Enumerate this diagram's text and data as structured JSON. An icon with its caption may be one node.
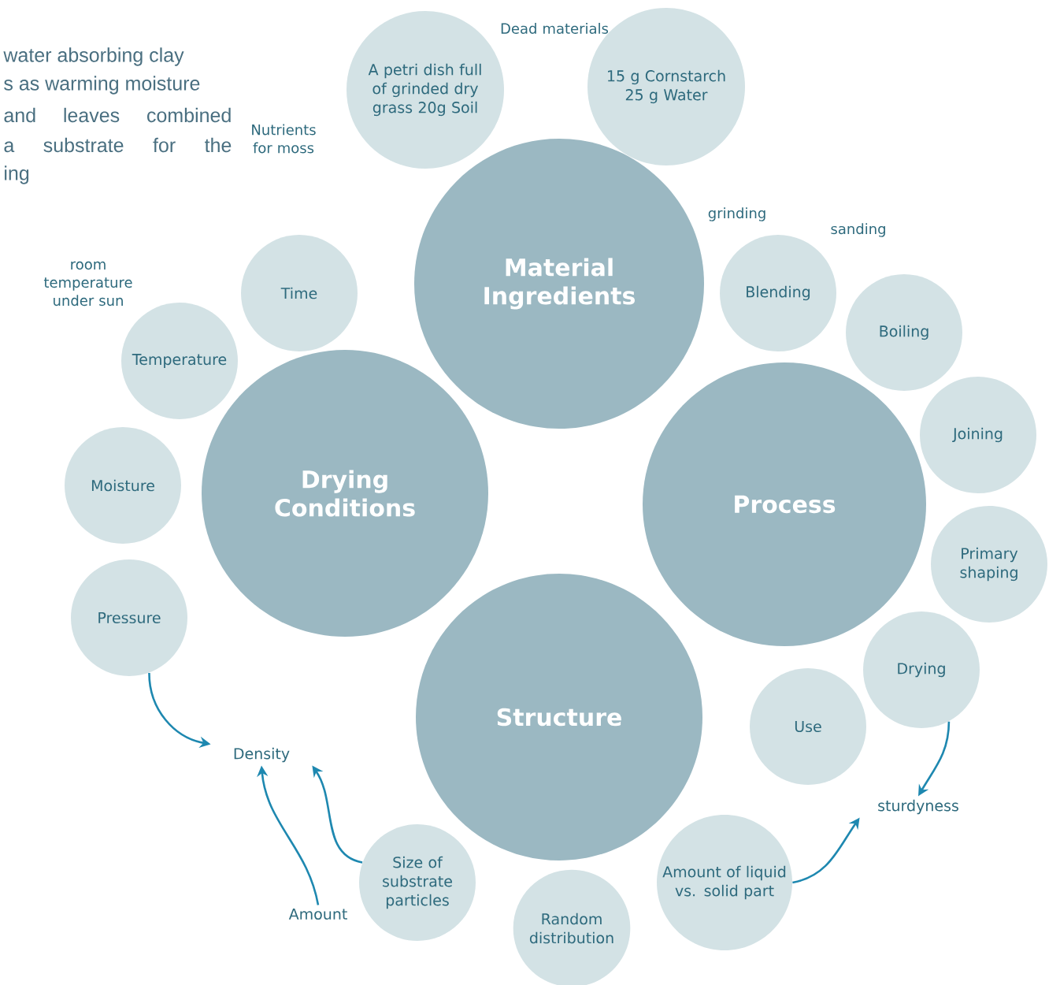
{
  "diagram": {
    "nodes": [
      {
        "text": [
          "Material Ingredients"
        ]
      },
      {
        "text": [
          "Drying Conditions"
        ]
      },
      {
        "text": [
          "Process"
        ]
      },
      {
        "text": [
          "Structure"
        ]
      },
      {
        "text": [
          "A petri dish full of grinded dry grass 20g Soil"
        ]
      },
      {
        "text": [
          "15 g Cornstarch 25 g Water"
        ]
      },
      {
        "text": [
          "Time"
        ]
      },
      {
        "text": [
          "Temperature"
        ]
      },
      {
        "text": [
          "Moisture"
        ]
      },
      {
        "text": [
          "Pressure"
        ]
      },
      {
        "text": [
          "Blending"
        ]
      },
      {
        "text": [
          "Boiling"
        ]
      },
      {
        "text": [
          "Joining"
        ]
      },
      {
        "text": [
          "Primary shaping"
        ]
      },
      {
        "text": [
          "Drying"
        ]
      },
      {
        "text": [
          "Use"
        ]
      },
      {
        "text": [
          "Amount of liquid vs. solid part"
        ]
      },
      {
        "text": [
          "Random distribution"
        ]
      },
      {
        "text": [
          "Size of substrate particles"
        ]
      },
      {
        "text": [
          "Density"
        ]
      },
      {
        "text": [
          "Amount"
        ]
      },
      {
        "text": [
          "sturdyness"
        ]
      }
    ],
    "edges": [
      {
        "from": 9,
        "to": 19,
        "arrow": "to"
      },
      {
        "from": 18,
        "to": 19,
        "arrow": "to"
      },
      {
        "from": 20,
        "to": 19,
        "arrow": "to"
      },
      {
        "from": 14,
        "to": 21,
        "arrow": "to"
      },
      {
        "from": 16,
        "to": 21,
        "arrow": "to"
      }
    ],
    "labels": [
      "water absorbing clay",
      "s as warming moisture",
      "and leaves combined",
      "a substrate for the",
      "ing",
      "Nutrients for moss",
      "Dead materials",
      "room temperature under sun",
      "grinding",
      "sanding"
    ]
  }
}
